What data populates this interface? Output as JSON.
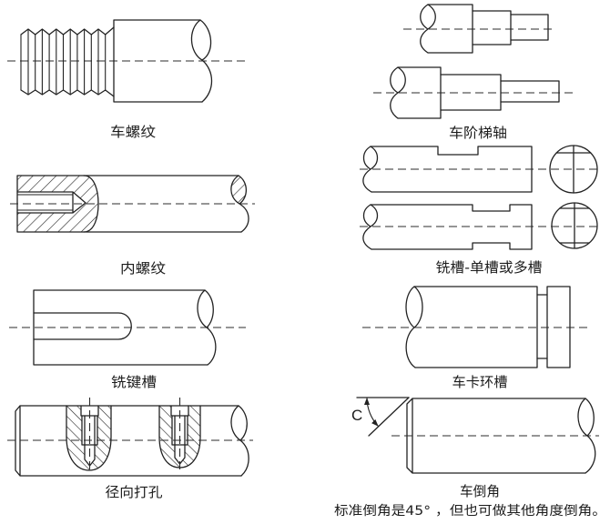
{
  "colors": {
    "line": "#222222",
    "background": "#ffffff"
  },
  "figures": {
    "external_thread": {
      "label": "车螺纹"
    },
    "stepped_shaft": {
      "label": "车阶梯轴"
    },
    "internal_thread": {
      "label": "内螺纹"
    },
    "slot_milling": {
      "label": "铣槽-单槽或多槽"
    },
    "keyway_milling": {
      "label": "铣键槽"
    },
    "snap_ring_groove": {
      "label": "车卡环槽"
    },
    "radial_drilling": {
      "label": "径向打孔"
    },
    "chamfer": {
      "label": "车倒角",
      "angle_label": "C",
      "note": "标准倒角是45° ，但也可做其他角度倒角。"
    }
  }
}
